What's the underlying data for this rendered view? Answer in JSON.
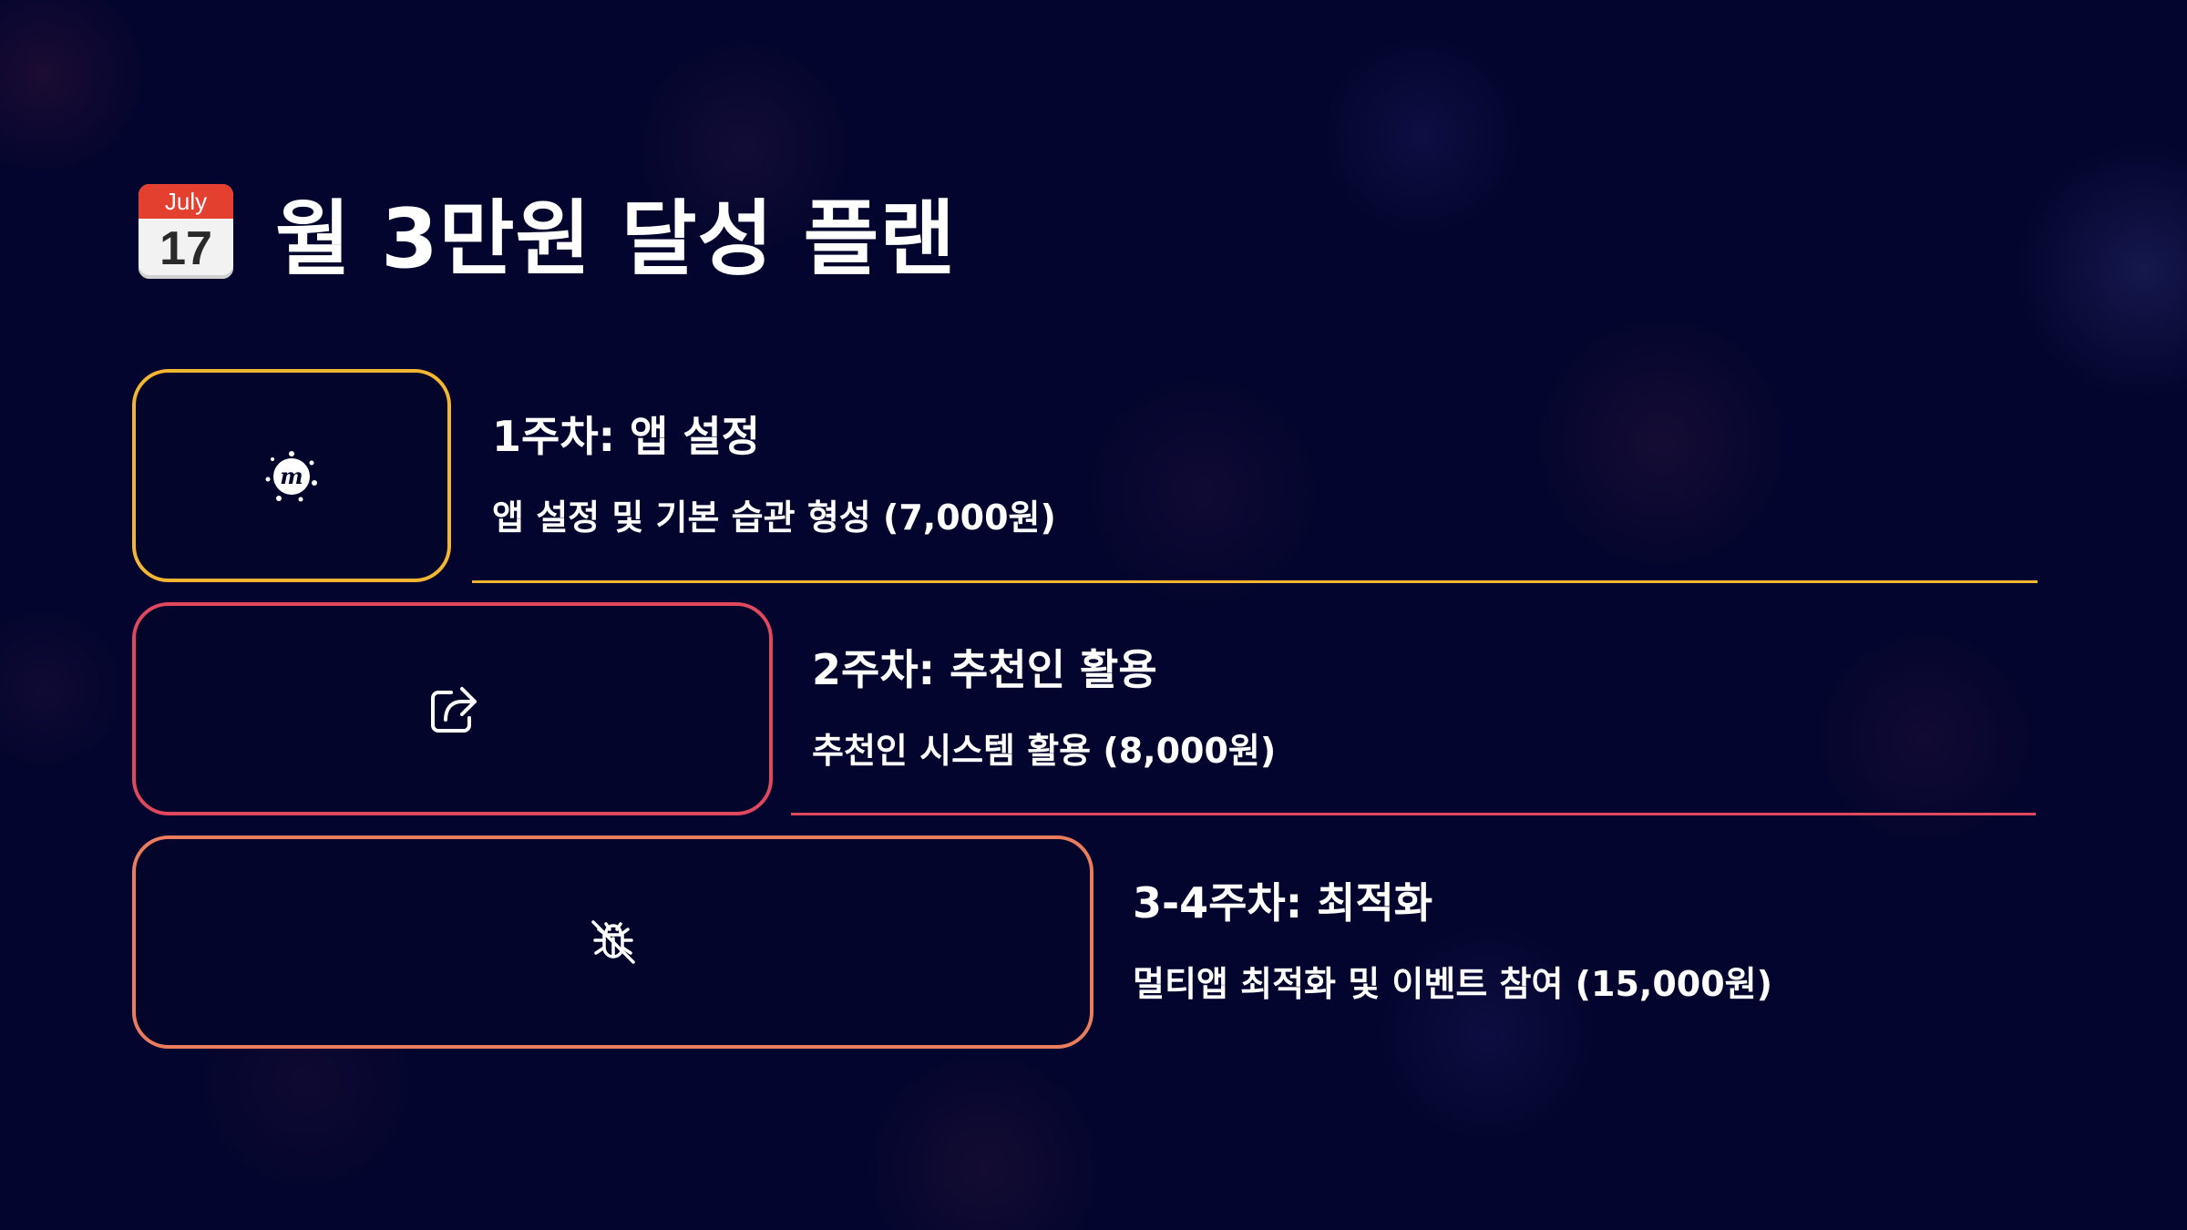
{
  "title": {
    "icon": "calendar-icon",
    "calendar_month": "July",
    "calendar_day": "17",
    "text": "월 3만원 달성 플랜"
  },
  "steps": [
    {
      "title": "1주차: 앱 설정",
      "description": "앱 설정 및 기본 습관 형성 (7,000원)",
      "icon": "meetup-logo-icon",
      "accent": "#f2b632"
    },
    {
      "title": "2주차: 추천인 활용",
      "description": "추천인 시스템 활용 (8,000원)",
      "icon": "share-icon",
      "accent": "#e0485e"
    },
    {
      "title": "3-4주차: 최적화",
      "description": "멀티앱 최적화 및 이벤트 참여 (15,000원)",
      "icon": "bug-off-icon",
      "accent": "#ec7c5e"
    }
  ],
  "colors": {
    "background": "#04052e",
    "text": "#ffffff",
    "calendar_red": "#e4402f"
  }
}
